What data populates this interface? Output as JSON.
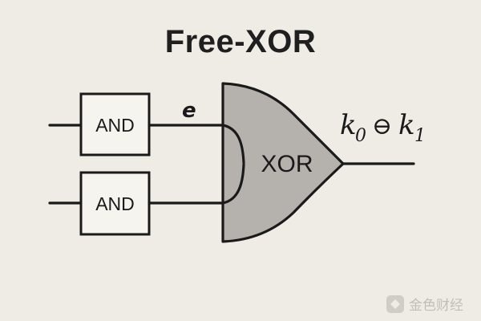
{
  "title": "Free-XOR",
  "gates": {
    "and_top": "AND",
    "and_bottom": "AND",
    "xor": "XOR"
  },
  "wire_label": "e",
  "output": {
    "k": "k",
    "sub0": "0",
    "op": "⊖",
    "sub1": "1"
  },
  "watermark": {
    "text": "金色财经"
  },
  "colors": {
    "background": "#efece6",
    "xor_fill": "#b5b2ad",
    "line": "#1a1a1a"
  }
}
